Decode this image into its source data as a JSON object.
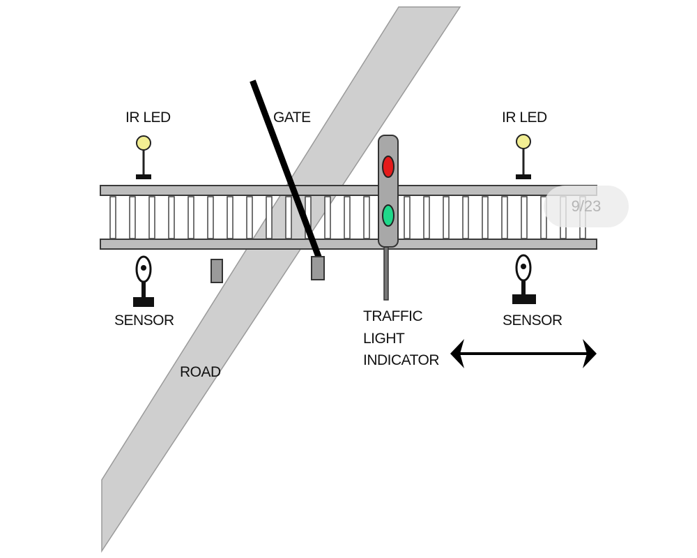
{
  "labels": {
    "ir_led_left": "IR LED",
    "ir_led_right": "IR LED",
    "gate": "GATE",
    "sensor_left": "SENSOR",
    "sensor_right": "SENSOR",
    "road": "ROAD",
    "traffic_light_line1": "TRAFFIC",
    "traffic_light_line2": "LIGHT",
    "traffic_light_line3": "INDICATOR"
  },
  "viewer": {
    "page_indicator": "9/23"
  },
  "colors": {
    "road": "#cfcfcf",
    "rail": "#bdbdbd",
    "led_yellow": "#f2ee93",
    "light_red": "#e51b1b",
    "light_green": "#1fd88a",
    "signal_body": "#a8a8a8"
  },
  "icons": [
    "ir-led-icon",
    "sensor-icon",
    "traffic-light-icon",
    "double-arrow-icon"
  ]
}
